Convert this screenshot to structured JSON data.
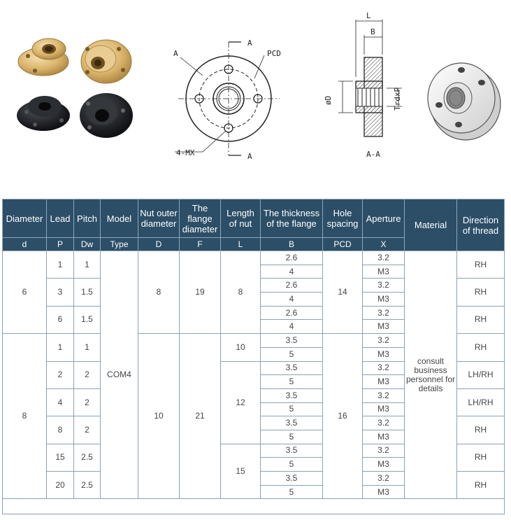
{
  "diagram": {
    "front_labels": {
      "a_top": "A",
      "a_bottom": "A",
      "a_left": "A",
      "pcd": "PCD",
      "mx": "4-MX"
    },
    "side_labels": {
      "l": "L",
      "b": "B",
      "d": "øD",
      "trdxp": "TrdxP",
      "section": "A-A"
    }
  },
  "table": {
    "headers": [
      "Diameter",
      "Lead",
      "Pitch",
      "Model",
      "Nut outer diameter",
      "The flange diameter",
      "Length of nut",
      "The thickness of the flange",
      "Hole spacing",
      "Aperture",
      "Material",
      "Direction of thread"
    ],
    "symbols": [
      "d",
      "P",
      "Dw",
      "Type",
      "D",
      "F",
      "L",
      "B",
      "PCD",
      "X"
    ],
    "model": "COM4",
    "material": "consult business personnel for details",
    "groups": [
      {
        "diameter": "6",
        "outer": "8",
        "flange": "19",
        "hole_spacing": "14",
        "lengths": [
          {
            "value": "8",
            "rows": 6
          }
        ],
        "leads": [
          {
            "lead": "1",
            "pitch": "1",
            "direction": "RH"
          },
          {
            "lead": "3",
            "pitch": "1.5",
            "direction": "RH"
          },
          {
            "lead": "6",
            "pitch": "1.5",
            "direction": "RH"
          }
        ],
        "thickness": [
          "2.6",
          "4"
        ]
      },
      {
        "diameter": "8",
        "outer": "10",
        "flange": "21",
        "hole_spacing": "16",
        "lengths": [
          {
            "value": "10",
            "rows": 2
          },
          {
            "value": "12",
            "rows": 6
          },
          {
            "value": "15",
            "rows": 4
          }
        ],
        "leads": [
          {
            "lead": "1",
            "pitch": "1",
            "direction": "RH"
          },
          {
            "lead": "2",
            "pitch": "2",
            "direction": "LH/RH"
          },
          {
            "lead": "4",
            "pitch": "2",
            "direction": "LH/RH"
          },
          {
            "lead": "8",
            "pitch": "2",
            "direction": "RH"
          },
          {
            "lead": "15",
            "pitch": "2.5",
            "direction": "RH"
          },
          {
            "lead": "20",
            "pitch": "2.5",
            "direction": "RH"
          }
        ],
        "thickness": [
          "3.5",
          "5"
        ]
      }
    ],
    "aperture": [
      "3.2",
      "M3"
    ]
  }
}
